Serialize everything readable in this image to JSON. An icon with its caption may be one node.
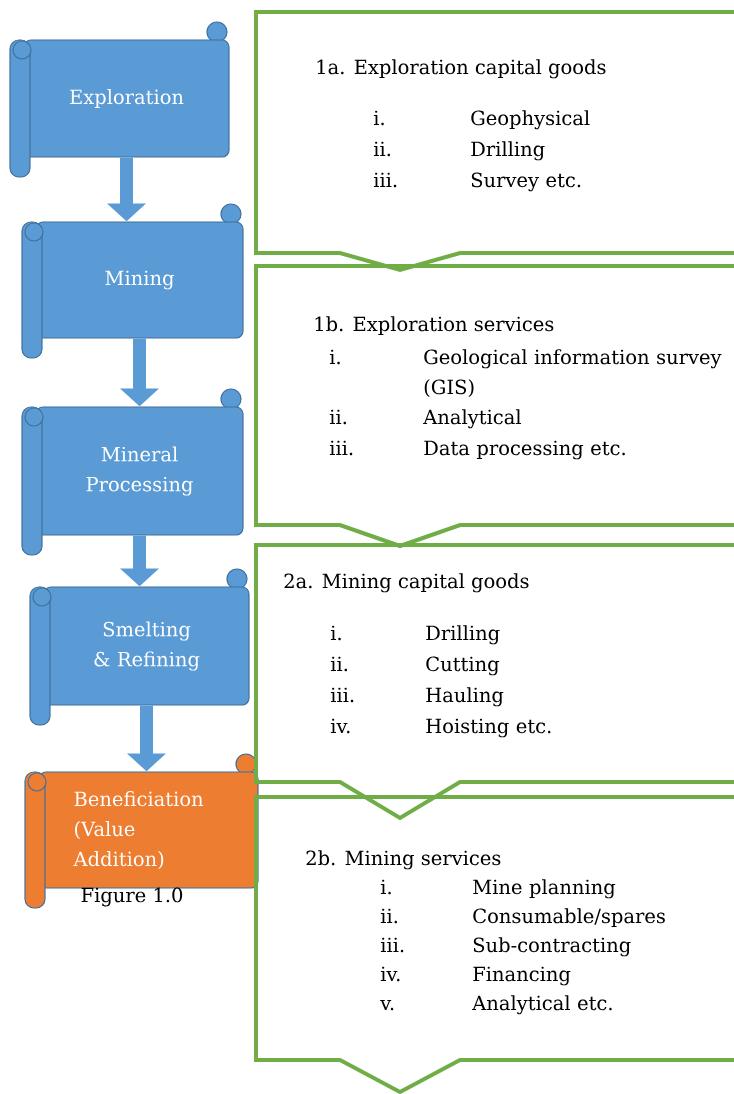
{
  "diagram": {
    "caption": "Figure 1.0",
    "nodes": [
      {
        "text": [
          "Exploration"
        ]
      },
      {
        "text": [
          "Mining"
        ]
      },
      {
        "text": [
          "Mineral Processing"
        ]
      },
      {
        "text": [
          "Smelting & Refining"
        ]
      },
      {
        "text": [
          "Beneficiation (Value Addition)"
        ]
      },
      {
        "text": [
          "1a. Exploration capital goods",
          "i.",
          "Geophysical",
          "ii.",
          "Drilling",
          "iii.",
          "Survey etc."
        ]
      },
      {
        "text": [
          "1b. Exploration services",
          "i.",
          "Geological information survey (GIS)",
          "ii.",
          "Analytical",
          "iii.",
          "Data processing etc."
        ]
      },
      {
        "text": [
          "2a. Mining capital goods",
          "i.",
          "Drilling",
          "ii.",
          "Cutting",
          "iii.",
          "Hauling",
          "iv.",
          "Hoisting etc."
        ]
      },
      {
        "text": [
          "2b. Mining services",
          "i.",
          "Mine planning",
          "ii.",
          "Consumable/spares",
          "iii.",
          "Sub-contracting",
          "iv.",
          "Financing",
          "v.",
          "Analytical etc."
        ]
      }
    ],
    "edges": [
      {
        "from": 0,
        "to": 1,
        "arrow": "to"
      },
      {
        "from": 1,
        "to": 2,
        "arrow": "to"
      },
      {
        "from": 2,
        "to": 3,
        "arrow": "to"
      },
      {
        "from": 3,
        "to": 4,
        "arrow": "to"
      }
    ]
  }
}
